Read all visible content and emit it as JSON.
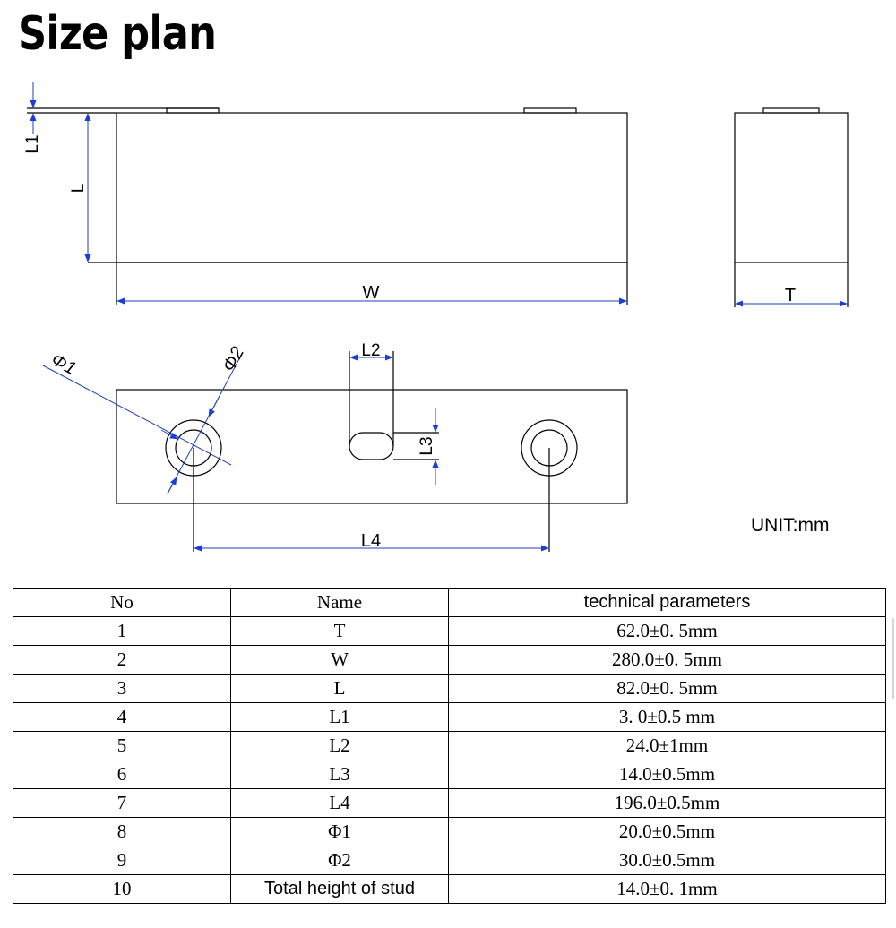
{
  "title": "Size plan",
  "unit": "UNIT:mm",
  "dimension_labels": {
    "L1": "L1",
    "L": "L",
    "W": "W",
    "T": "T",
    "L2": "L2",
    "L3": "L3",
    "L4": "L4",
    "phi1": "Φ1",
    "phi2": "Φ2"
  },
  "table": {
    "headers": {
      "no": "No",
      "name": "Name",
      "params": "technical parameters"
    },
    "rows": [
      {
        "no": "1",
        "name": "T",
        "value": "62.0±0. 5mm"
      },
      {
        "no": "2",
        "name": "W",
        "value": "280.0±0. 5mm"
      },
      {
        "no": "3",
        "name": "L",
        "value": "82.0±0. 5mm"
      },
      {
        "no": "4",
        "name": "L1",
        "value": "3. 0±0.5 mm"
      },
      {
        "no": "5",
        "name": "L2",
        "value": "24.0±1mm"
      },
      {
        "no": "6",
        "name": "L3",
        "value": "14.0±0.5mm"
      },
      {
        "no": "7",
        "name": "L4",
        "value": "196.0±0.5mm"
      },
      {
        "no": "8",
        "name": "Φ1",
        "value": "20.0±0.5mm"
      },
      {
        "no": "9",
        "name": "Φ2",
        "value": "30.0±0.5mm"
      },
      {
        "no": "10",
        "name": "Total height of stud",
        "value": "14.0±0. 1mm"
      }
    ]
  },
  "colors": {
    "line": "#000000",
    "dimension": "#1f3fb8",
    "arrow": "#1a3fd6"
  }
}
